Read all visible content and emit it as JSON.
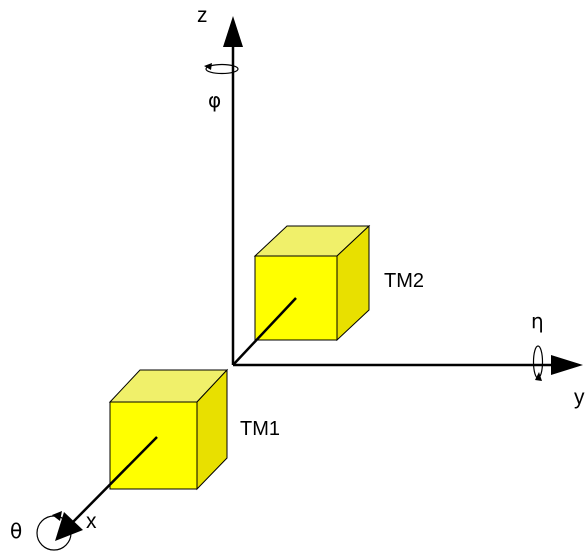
{
  "diagram": {
    "axes": {
      "z": "z",
      "y": "y",
      "x": "x"
    },
    "rotations": {
      "phi": "φ",
      "eta": "η",
      "theta": "θ"
    },
    "masses": {
      "tm1": "TM1",
      "tm2": "TM2"
    },
    "colors": {
      "cube_front": "#ffff00",
      "cube_top": "#f0f06a",
      "cube_side": "#e8e000",
      "line": "#000000"
    }
  }
}
